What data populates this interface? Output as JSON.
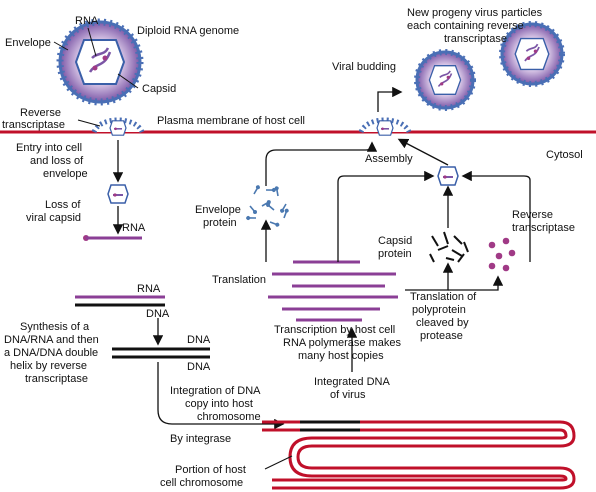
{
  "labels": {
    "rna_top": "RNA",
    "envelope": "Envelope",
    "diploid": "Diploid RNA genome",
    "capsid": "Capsid",
    "progeny_l1": "New progeny virus particles",
    "progeny_l2": "each containing reverse",
    "progeny_l3": "transcriptase",
    "viral_budding": "Viral budding",
    "rt_l1": "Reverse",
    "rt_l2": "transcriptase",
    "plasma_membrane": "Plasma membrane  of host cell",
    "cytosol": "Cytosol",
    "assembly": "Assembly",
    "entry_l1": "Entry into cell",
    "entry_l2": "and loss of",
    "entry_l3": "envelope",
    "loss_l1": "Loss of",
    "loss_l2": "viral capsid",
    "rna_small": "RNA",
    "envelope_protein_l1": "Envelope",
    "envelope_protein_l2": "protein",
    "capsid_protein_l1": "Capsid",
    "capsid_protein_l2": "protein",
    "reverse_transcriptase_l1": "Reverse",
    "reverse_transcriptase_l2": "transcriptase",
    "translation": "Translation",
    "translation_poly_l1": "Translation of",
    "translation_poly_l2": "polyprotein",
    "translation_poly_l3": "cleaved by",
    "translation_poly_l4": "protease",
    "rna_hybrid": "RNA",
    "dna_hybrid": "DNA",
    "synthesis_l1": "Synthesis of a",
    "synthesis_l2": "DNA/RNA and then",
    "synthesis_l3": "a DNA/DNA double",
    "synthesis_l4": "helix by reverse",
    "synthesis_l5": "transcriptase",
    "dna_strand1": "DNA",
    "dna_strand2": "DNA",
    "transcription_l1": "Transcription by host cell",
    "transcription_l2": "RNA polymerase makes",
    "transcription_l3": "many host copies",
    "integrated_l1": "Integrated DNA",
    "integrated_l2": "of virus",
    "integration_l1": "Integration of DNA",
    "integration_l2": "copy into host",
    "integration_l3": "chromosome",
    "by_integrase": "By integrase",
    "portion_l1": "Portion of host",
    "portion_l2": "cell chromosome"
  },
  "colors": {
    "membrane": "#c0102a",
    "rna": "#8b3f96",
    "dna": "#111111",
    "virus_outer": "#4a6fb5",
    "virus_inner": "#7b56a6",
    "protein_blue": "#4a78b0",
    "dot_purple": "#a03a86"
  }
}
